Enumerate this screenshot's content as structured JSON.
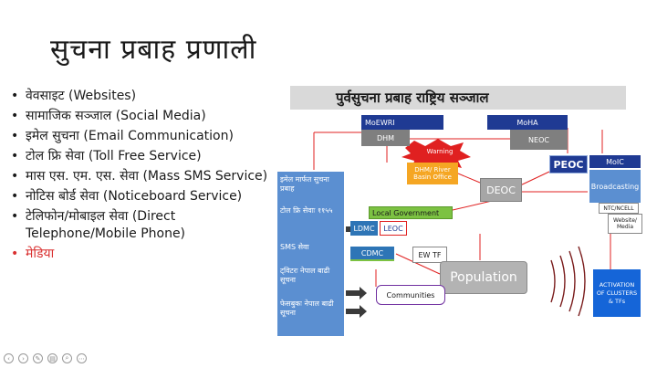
{
  "slide": {
    "title": "सुचना प्रबाह  प्रणाली",
    "bullets": [
      {
        "text": "वेवसाइट  (Websites)",
        "highlight": false
      },
      {
        "text": "सामाजिक सञ्जाल  (Social Media)",
        "highlight": false
      },
      {
        "text": "इमेल सुचना  (Email Communication)",
        "highlight": false
      },
      {
        "text": "टोल फ्रि सेवा  (Toll Free Service)",
        "highlight": false
      },
      {
        "text": "मास एस. एम. एस. सेवा  (Mass SMS Service)",
        "highlight": false
      },
      {
        "text": "नोटिस बोर्ड सेवा  (Noticeboard Service)",
        "highlight": false
      },
      {
        "text": "टेलिफोन/मोबाइल सेवा  (Direct Telephone/Mobile Phone)",
        "highlight": false
      },
      {
        "text": "मेडिया",
        "highlight": true
      }
    ]
  },
  "diagram": {
    "title": "पुर्वसुचना प्रबाह  राष्ट्रिय सञ्जाल",
    "nodes": {
      "moewri": "MoEWRI",
      "moha": "MoHA",
      "dhm": "DHM",
      "neoc": "NEOC",
      "warning": "Warning",
      "dhm_river": "DHM/ River Basin Office",
      "peoc": "PEOC",
      "moic": "MoIC",
      "deoc": "DEOC",
      "broadcasting": "Broadcasting",
      "ntc": "NTC/NCELL",
      "website_media": "Website/ Media",
      "local_gov": "Local Government",
      "ldmc": "LDMC",
      "leoc": "LEOC",
      "cdmc": "CDMC",
      "ewtf": "EW TF",
      "population": "Population",
      "communities": "Communities",
      "activation": "ACTIVATION OF CLUSTERS & TFs"
    },
    "channels": [
      "इमेल मार्फत सुचना प्रबाह",
      "टोल फ्रि सेवाः ११५५",
      "SMS सेवा",
      "ट्विटरः नेपाल बाढी सूचना",
      "फेसबुकः नेपाल बाढी सूचना"
    ]
  },
  "colors": {
    "navy": "#1f3a93",
    "gray": "#7f7f7f",
    "orange": "#f5a623",
    "red": "#e02020",
    "deoc": "#a6a6a6",
    "blue_column": "#5b8fd1",
    "green": "#7cc242",
    "population": "#b3b3b3",
    "activation": "#1565d8"
  }
}
